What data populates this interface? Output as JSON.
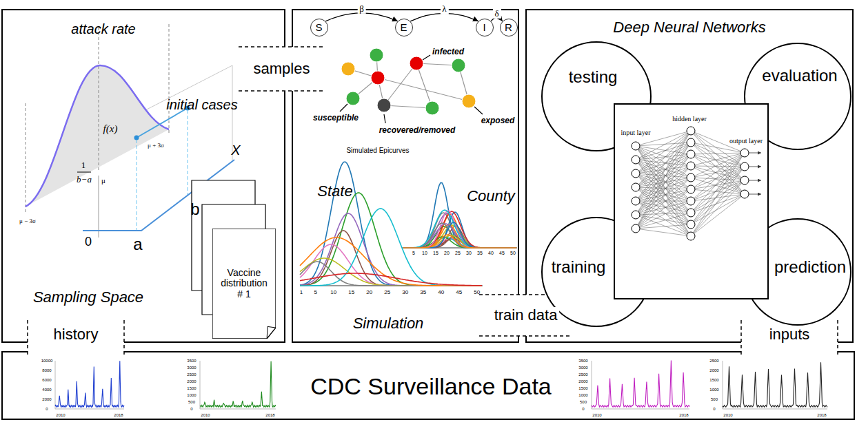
{
  "diagram": {
    "nodes": [
      {
        "text": [
          "Sampling Space"
        ]
      },
      {
        "text": [
          "Vaccine distribution # 1"
        ],
        "in": 0
      },
      {
        "text": [
          "Simulation"
        ]
      },
      {
        "text": [
          "S"
        ],
        "in": 2
      },
      {
        "text": [
          "E"
        ],
        "in": 2
      },
      {
        "text": [
          "I"
        ],
        "in": 2
      },
      {
        "text": [
          "R"
        ],
        "in": 2
      },
      {
        "text": [
          "Deep Neural Networks"
        ]
      },
      {
        "text": [
          "testing"
        ],
        "in": 7
      },
      {
        "text": [
          "evaluation"
        ],
        "in": 7
      },
      {
        "text": [
          "training"
        ],
        "in": 7
      },
      {
        "text": [
          "prediction"
        ],
        "in": 7
      },
      {
        "text": [
          "CDC Surveillance Data"
        ]
      }
    ],
    "edges": [
      {
        "from": 0,
        "to": 2,
        "label": "samples",
        "arrow": "none"
      },
      {
        "from": 3,
        "to": 4,
        "label": "β",
        "arrow": "to"
      },
      {
        "from": 4,
        "to": 5,
        "label": "λ",
        "arrow": "to"
      },
      {
        "from": 5,
        "to": 6,
        "label": "δ",
        "arrow": "to"
      },
      {
        "from": 2,
        "to": 7,
        "label": "train data",
        "arrow": "none"
      },
      {
        "from": 0,
        "to": 12,
        "label": "history",
        "arrow": "none"
      },
      {
        "from": 12,
        "to": 7,
        "label": "inputs",
        "arrow": "none"
      }
    ],
    "labels": [
      "attack rate",
      "initial cases",
      "f(x)",
      "1",
      "b−a",
      "μ",
      "μ − 3σ",
      "μ + 3σ",
      "0",
      "a",
      "b",
      "X",
      "infected",
      "susceptible",
      "recovered/removed",
      "exposed",
      "Simulated Epicurves",
      "State",
      "County",
      "1",
      "5",
      "10",
      "15",
      "20",
      "25",
      "30",
      "35",
      "40",
      "45",
      "50",
      "5",
      "10",
      "15",
      "20",
      "25",
      "30",
      "35",
      "40",
      "45",
      "50",
      "input layer",
      "hidden layer",
      "output layer",
      "10000",
      "8000",
      "6000",
      "4000",
      "2000",
      "0",
      "2010",
      "2018",
      "3500",
      "3000",
      "2500",
      "2000",
      "1500",
      "1000",
      "500",
      "0",
      "2010",
      "2018",
      "3500",
      "3000",
      "2500",
      "2000",
      "1500",
      "1000",
      "500",
      "0",
      "2010",
      "2018",
      "2500",
      "2000",
      "1500",
      "1000",
      "500",
      "0",
      "2010",
      "2018"
    ]
  }
}
